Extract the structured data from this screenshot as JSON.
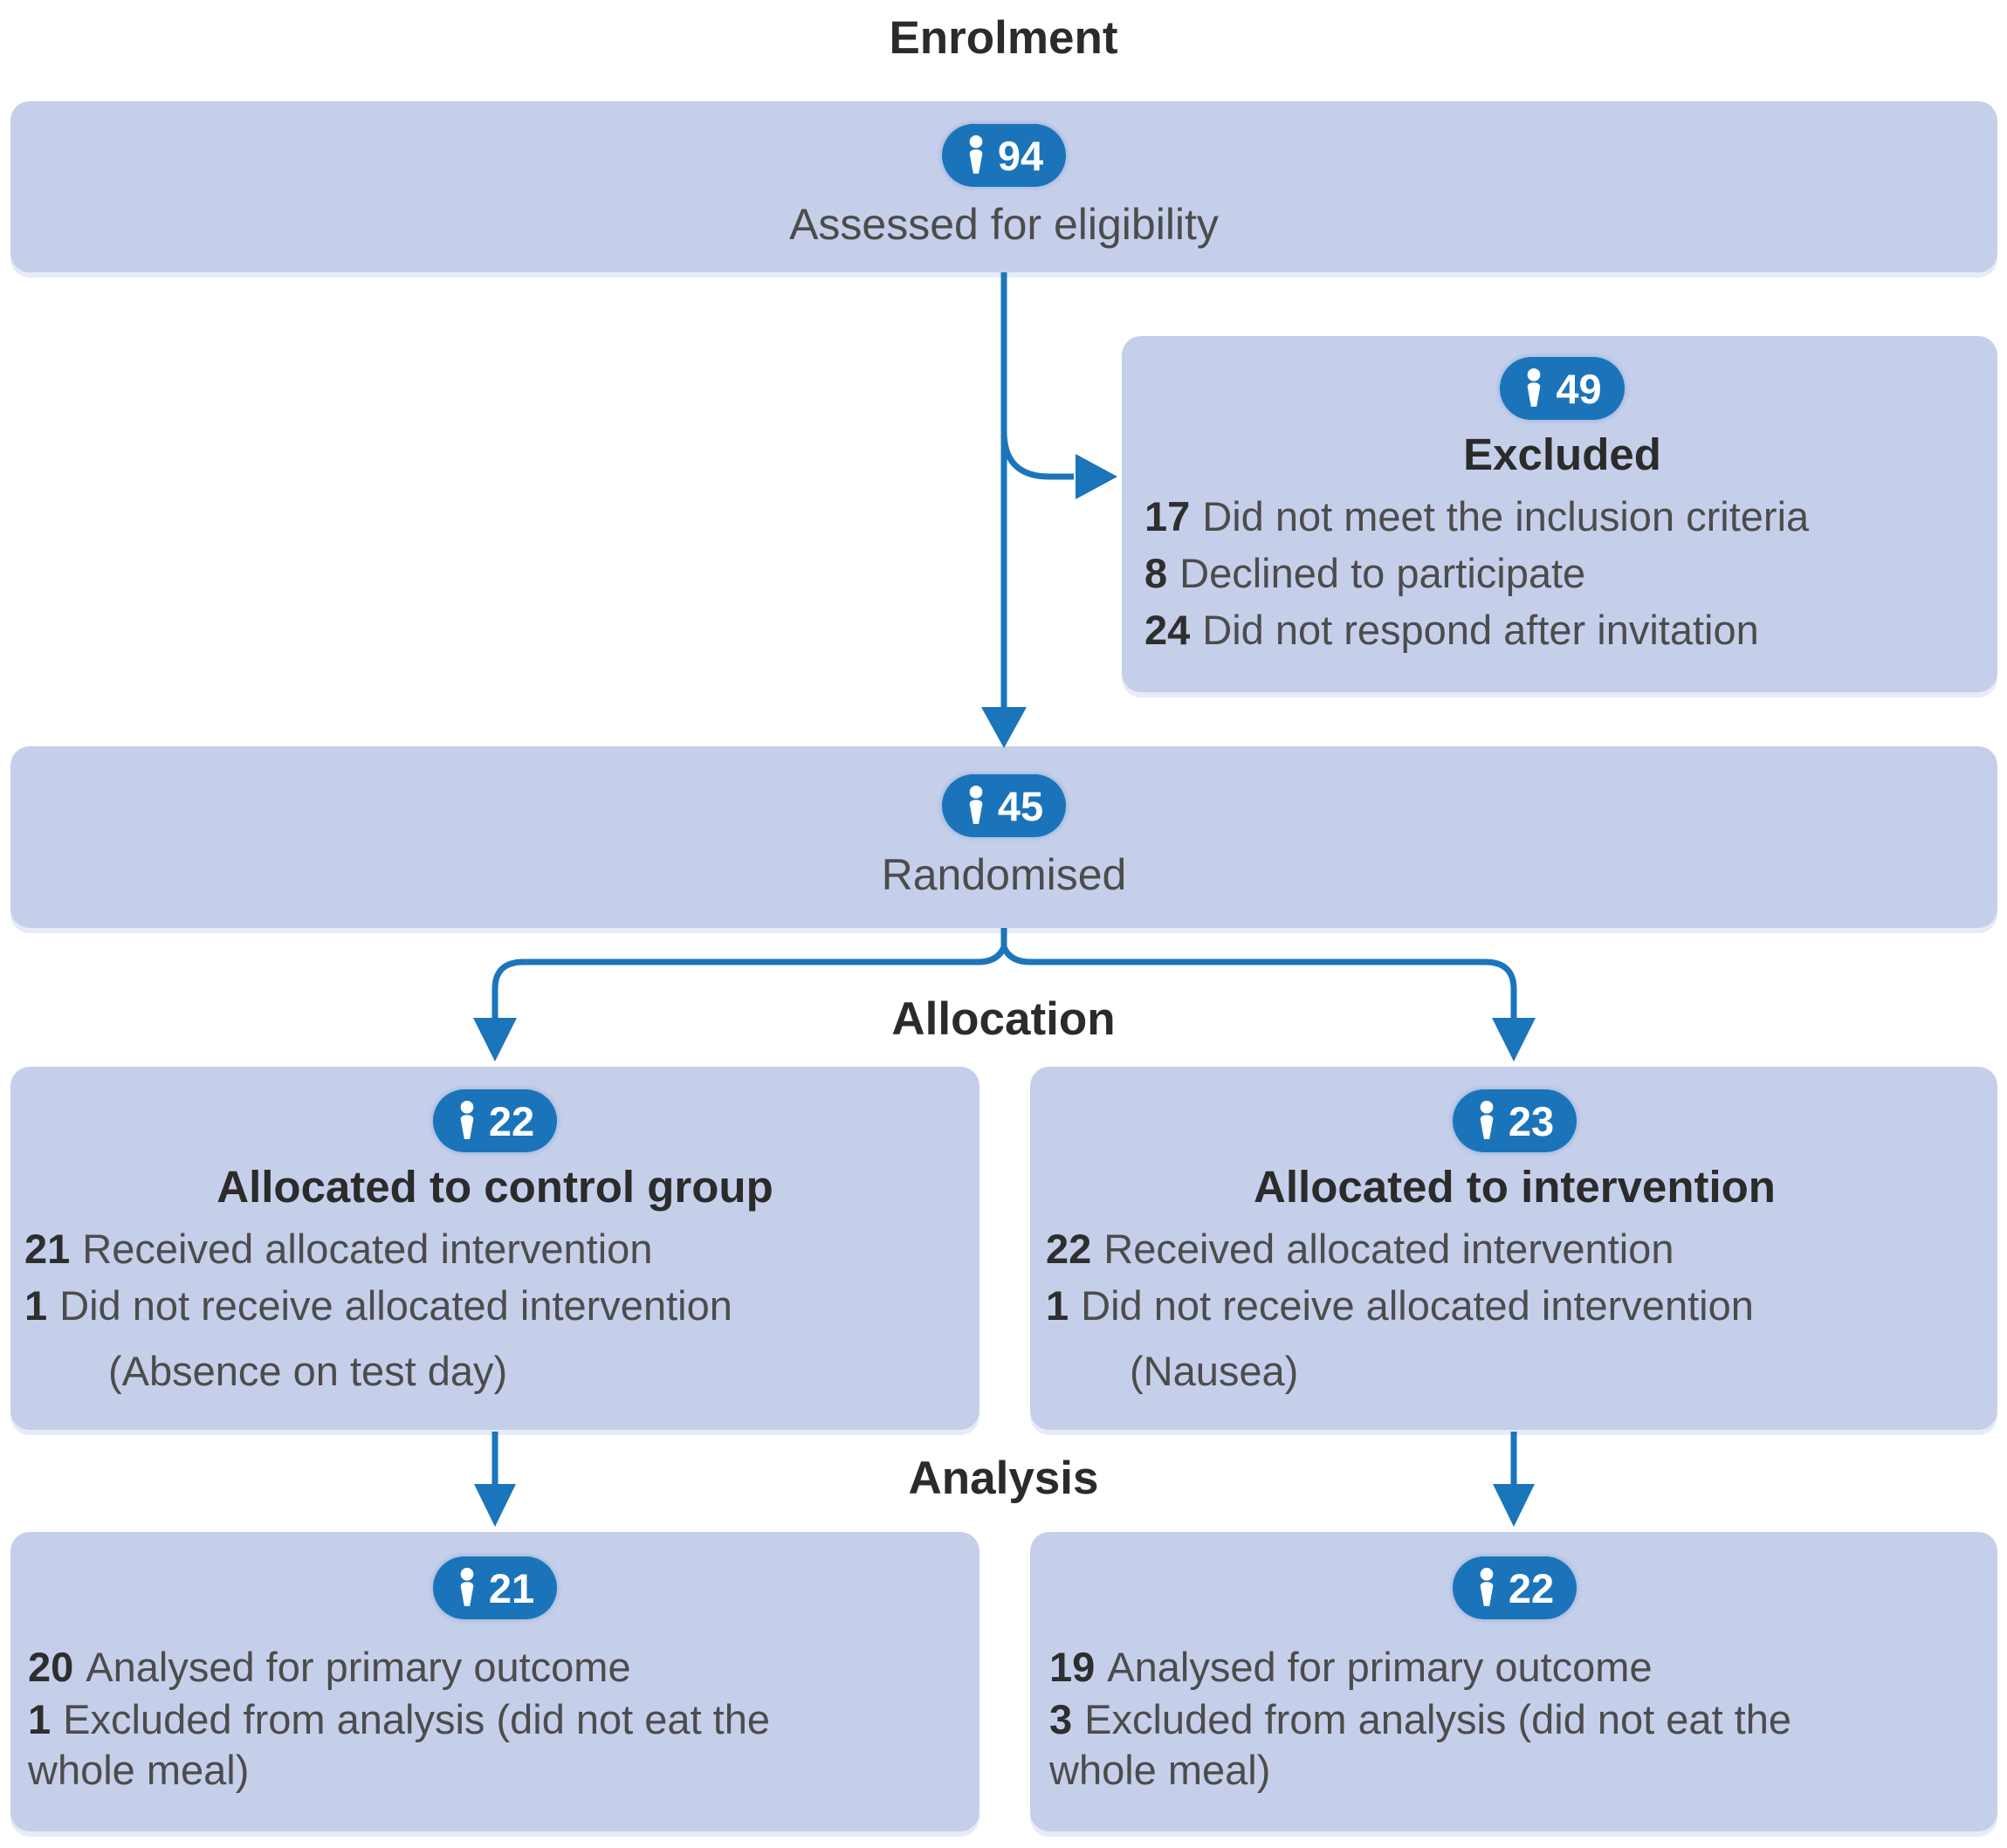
{
  "sections": {
    "enrolment": "Enrolment",
    "allocation": "Allocation",
    "analysis": "Analysis"
  },
  "assessed": {
    "count": "94",
    "label": "Assessed for eligibility"
  },
  "excluded": {
    "count": "49",
    "title": "Excluded",
    "items": [
      {
        "n": "17",
        "text": "Did not meet the inclusion criteria"
      },
      {
        "n": "8",
        "text": "Declined to participate"
      },
      {
        "n": "24",
        "text": "Did not respond after invitation"
      }
    ]
  },
  "randomised": {
    "count": "45",
    "label": "Randomised"
  },
  "control": {
    "count": "22",
    "title": "Allocated to control group",
    "items": [
      {
        "n": "21",
        "text": "Received allocated intervention"
      },
      {
        "n": "1",
        "text": "Did not receive allocated intervention"
      }
    ],
    "note": "(Absence on test day)"
  },
  "intervention": {
    "count": "23",
    "title": "Allocated to intervention",
    "items": [
      {
        "n": "22",
        "text": "Received allocated intervention"
      },
      {
        "n": "1",
        "text": "Did not receive allocated intervention"
      }
    ],
    "note": "(Nausea)"
  },
  "control_analysis": {
    "count": "21",
    "items": [
      {
        "n": "20",
        "text": "Analysed for primary outcome"
      },
      {
        "n": "1",
        "text": "Excluded from analysis (did not eat the whole meal)"
      }
    ]
  },
  "intervention_analysis": {
    "count": "22",
    "items": [
      {
        "n": "19",
        "text": "Analysed for primary outcome"
      },
      {
        "n": "3",
        "text": "Excluded from analysis (did not eat the whole meal)"
      }
    ]
  },
  "colors": {
    "box_background": "#c6cfea",
    "badge_blue": "#1b74ba",
    "arrow_blue": "#1b75bb",
    "heading_text": "#2b2b2b",
    "body_text": "#4c4c4c",
    "number_text": "#2e2e2e",
    "page_background": "#ffffff"
  }
}
